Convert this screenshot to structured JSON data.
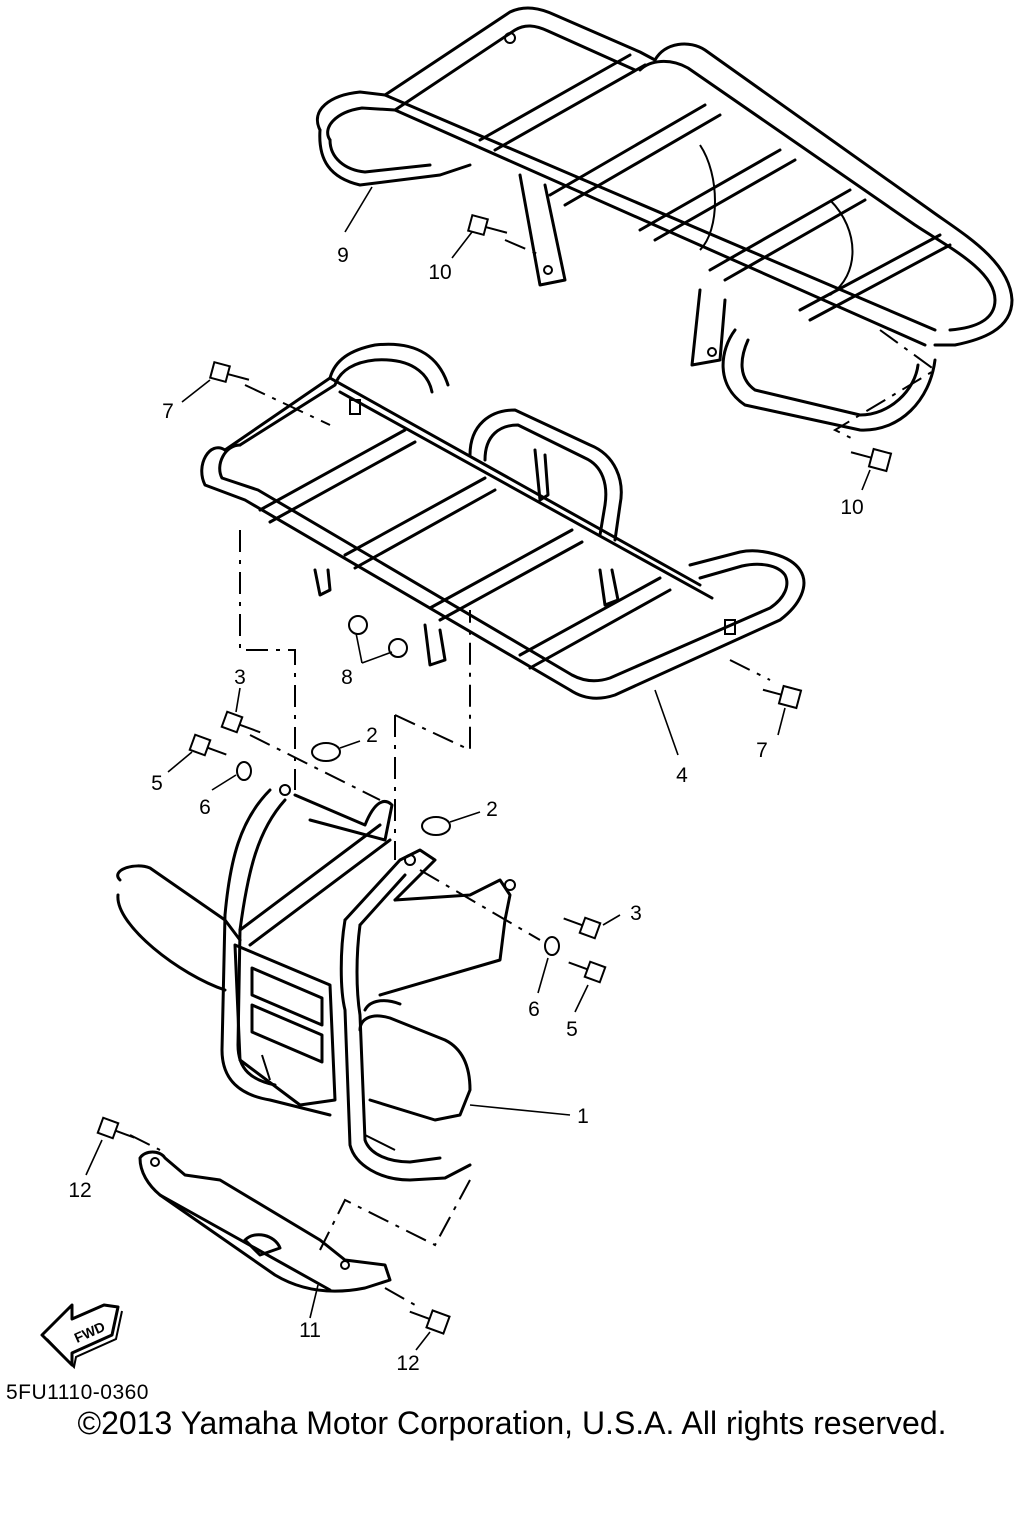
{
  "diagram": {
    "callouts": [
      {
        "id": "c9",
        "label": "9"
      },
      {
        "id": "c10a",
        "label": "10"
      },
      {
        "id": "c10b",
        "label": "10"
      },
      {
        "id": "c7a",
        "label": "7"
      },
      {
        "id": "c7b",
        "label": "7"
      },
      {
        "id": "c8",
        "label": "8"
      },
      {
        "id": "c4",
        "label": "4"
      },
      {
        "id": "c3a",
        "label": "3"
      },
      {
        "id": "c3b",
        "label": "3"
      },
      {
        "id": "c2a",
        "label": "2"
      },
      {
        "id": "c2b",
        "label": "2"
      },
      {
        "id": "c5a",
        "label": "5"
      },
      {
        "id": "c5b",
        "label": "5"
      },
      {
        "id": "c6a",
        "label": "6"
      },
      {
        "id": "c6b",
        "label": "6"
      },
      {
        "id": "c1",
        "label": "1"
      },
      {
        "id": "c12a",
        "label": "12"
      },
      {
        "id": "c12b",
        "label": "12"
      },
      {
        "id": "c11",
        "label": "11"
      }
    ],
    "fwd_label": "FWD",
    "part_code": "5FU1110-0360",
    "copyright": "©2013 Yamaha Motor Corporation, U.S.A. All rights reserved."
  }
}
